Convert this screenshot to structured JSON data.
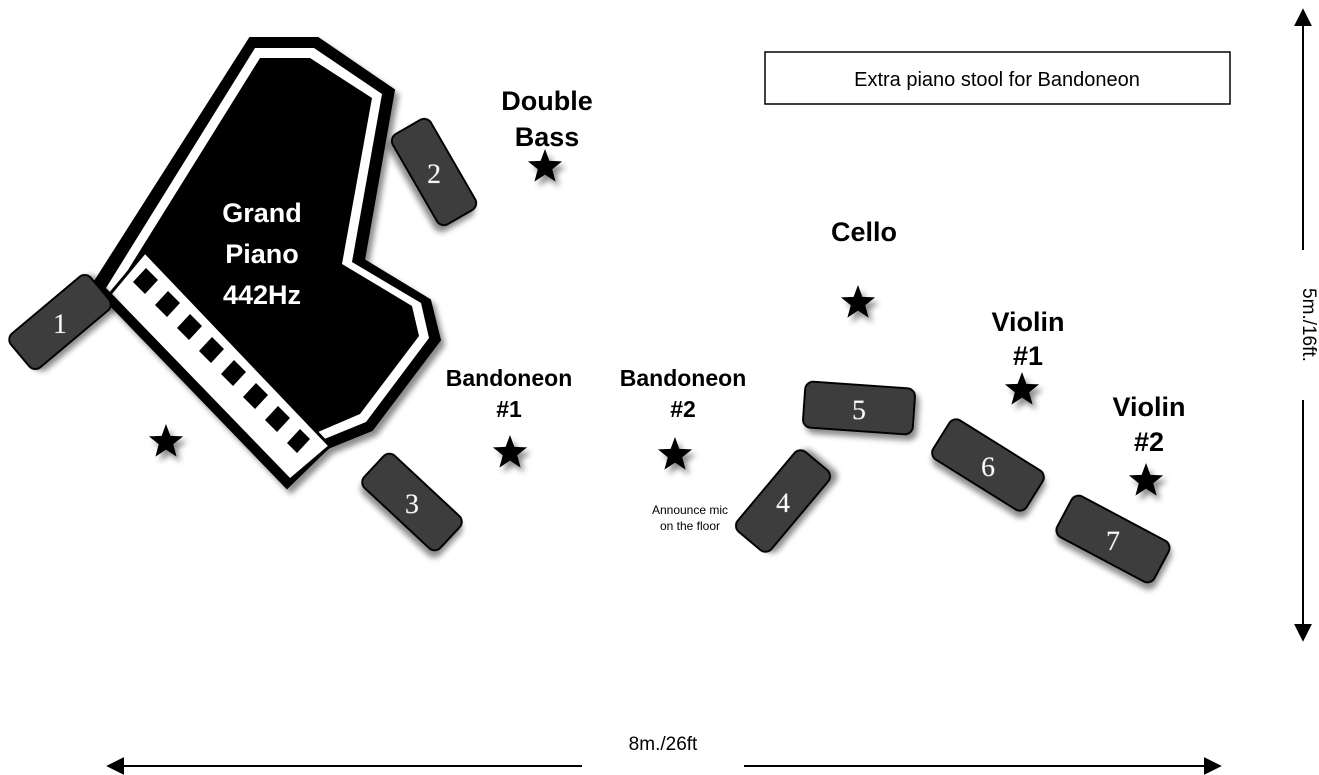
{
  "note_box": {
    "text": "Extra piano stool for Bandoneon"
  },
  "piano": {
    "line1": "Grand",
    "line2": "Piano",
    "line3": "442Hz"
  },
  "instruments": {
    "double_bass": {
      "line1": "Double",
      "line2": "Bass"
    },
    "cello": {
      "line1": "Cello"
    },
    "bandoneon_1": {
      "line1": "Bandoneon",
      "line2": "#1"
    },
    "bandoneon_2": {
      "line1": "Bandoneon",
      "line2": "#2"
    },
    "violin_1": {
      "line1": "Violin",
      "line2": "#1"
    },
    "violin_2": {
      "line1": "Violin",
      "line2": "#2"
    }
  },
  "announce_mic": {
    "line1": "Announce mic",
    "line2": "on the floor"
  },
  "monitors": [
    "1",
    "2",
    "3",
    "4",
    "5",
    "6",
    "7"
  ],
  "dimensions": {
    "width": "8m./26ft",
    "depth": "5m./16ft."
  },
  "icons": {
    "position_marker": "star-icon"
  }
}
